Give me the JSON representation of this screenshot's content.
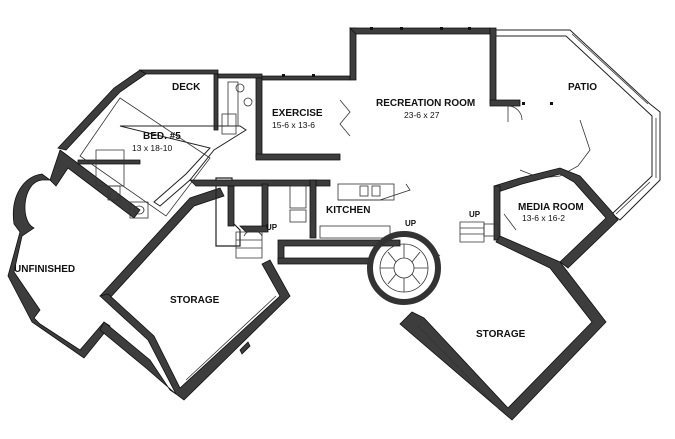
{
  "rooms": {
    "deck": {
      "name": "DECK"
    },
    "bed5": {
      "name": "BED. #5",
      "size": "13 x 18-10"
    },
    "exercise": {
      "name": "EXERCISE",
      "size": "15-6 x 13-6"
    },
    "recreation": {
      "name": "RECREATION ROOM",
      "size": "23-6 x 27"
    },
    "patio": {
      "name": "PATIO"
    },
    "kitchen": {
      "name": "KITCHEN"
    },
    "media": {
      "name": "MEDIA ROOM",
      "size": "13-6 x 16-2"
    },
    "unfinished": {
      "name": "UNFINISHED"
    },
    "storage_left": {
      "name": "STORAGE"
    },
    "storage_right": {
      "name": "STORAGE"
    }
  },
  "stairs": {
    "left_up": "UP",
    "center_up": "UP",
    "right_up": "UP"
  }
}
